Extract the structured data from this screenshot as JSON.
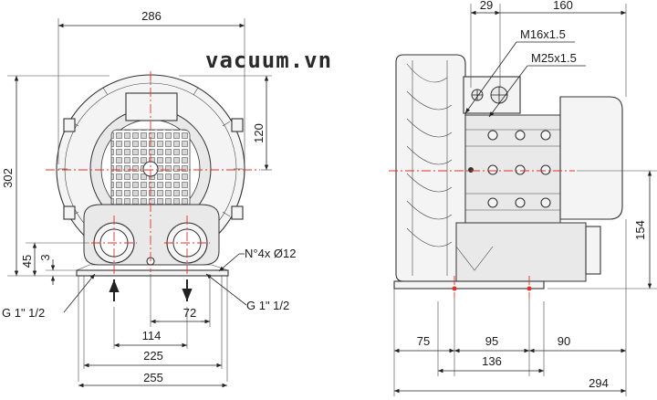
{
  "watermark": "vacuum.vn",
  "front_view": {
    "width_top": "286",
    "height_total": "302",
    "height_inlet": "120",
    "base_height": "45",
    "base_thickness": "3",
    "holes": "N°4x Ø12",
    "port_left": "G 1\" 1/2",
    "port_right": "G 1\" 1/2",
    "ports_spacing": "114",
    "port_offset": "72",
    "holes_spacing": "225",
    "base_width": "255"
  },
  "side_view": {
    "flange_offset": "29",
    "terminal_offset": "160",
    "cable_gland_small": "M16x1.5",
    "cable_gland_large": "M25x1.5",
    "axis_height": "154",
    "base_front": "75",
    "base_mid": "95",
    "base_rear": "90",
    "holes_spacing": "136",
    "length_total": "294"
  }
}
